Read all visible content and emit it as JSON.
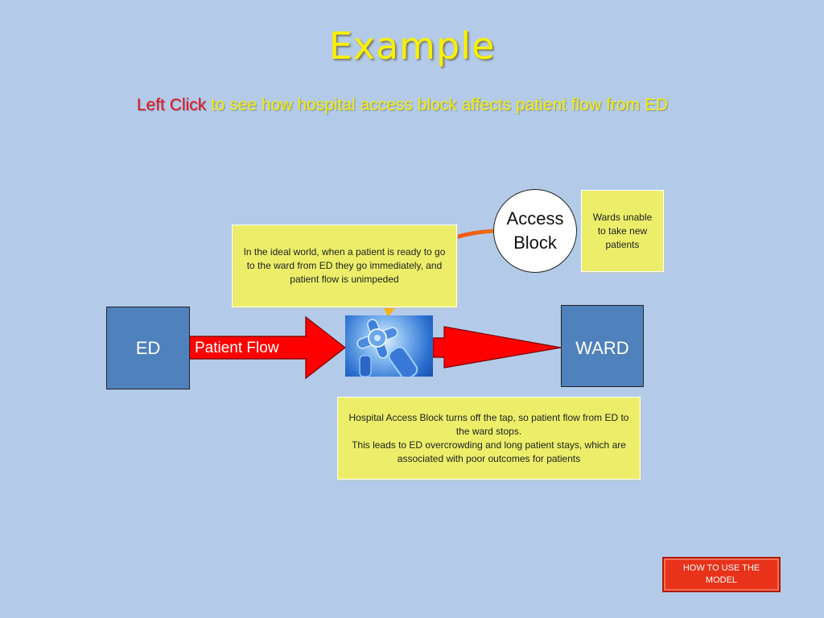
{
  "title": "Example",
  "subtitle": {
    "highlight": "Left Click",
    "rest": "to see how hospital access block affects  patient flow from ED"
  },
  "notes": {
    "ideal_world": "In the ideal world, when a patient is ready to go to the ward from ED they go immediately, and patient flow is unimpeded",
    "wards_unable": "Wards unable to take new patients",
    "access_block_line1": "Hospital Access Block turns off the tap, so patient flow from ED to the ward stops.",
    "access_block_line2": "This leads to ED overcrowding and long patient stays, which are associated with poor outcomes for patients"
  },
  "nodes": {
    "ed": "ED",
    "ward": "WARD",
    "access_block_line1": "Access",
    "access_block_line2": "Block"
  },
  "flow_label": "Patient Flow",
  "button": {
    "label_line1": "HOW TO USE THE",
    "label_line2": "MODEL"
  },
  "colors": {
    "background": "#b3cbe9",
    "title": "#f8f000",
    "highlight": "#e8101a",
    "arrow": "#ff0000",
    "note": "#ecee6a",
    "node": "#4f81bd",
    "button": "#e8321a"
  },
  "icons": {
    "tap": "water-tap-icon"
  }
}
